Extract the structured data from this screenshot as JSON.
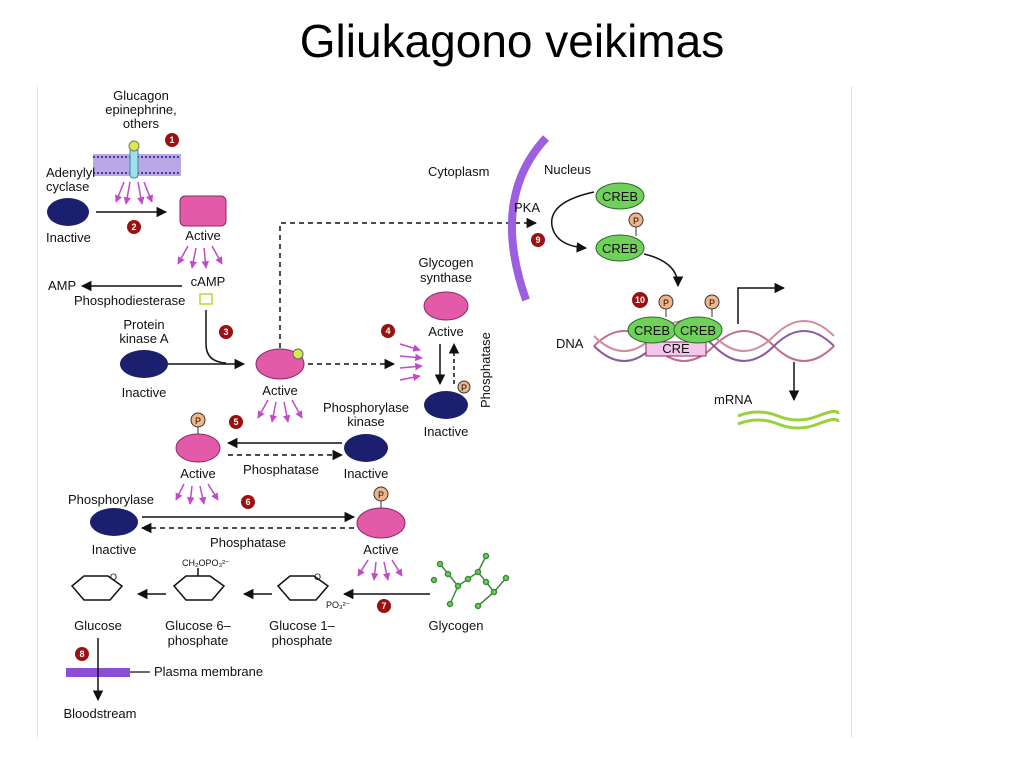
{
  "title": "Gliukagono veikimas",
  "colors": {
    "active_enzyme": "#e25aa8",
    "inactive_enzyme": "#1c1f6e",
    "creb": "#6fd15a",
    "membrane": "#8a4fd6",
    "step_badge": "#9b1010",
    "mrna": "#9ad13a"
  },
  "labels": {
    "signal": [
      "Glucagon",
      "epinephrine,",
      "others"
    ],
    "adenylyl_cyclase": [
      "Adenylyl",
      "cyclase"
    ],
    "inactive": "Inactive",
    "active": "Active",
    "camp": "cAMP",
    "amp": "AMP",
    "phosphodiesterase": "Phosphodiesterase",
    "pka": [
      "Protein",
      "kinase A"
    ],
    "glycogen_synthase": [
      "Glycogen",
      "synthase"
    ],
    "phosphatase": "Phosphatase",
    "phosphorylase_kinase": [
      "Phosphorylase",
      "kinase"
    ],
    "phosphorylase": "Phosphorylase",
    "glycogen": "Glycogen",
    "glucose": "Glucose",
    "glucose6": [
      "Glucose 6–",
      "phosphate"
    ],
    "glucose1": [
      "Glucose 1–",
      "phosphate"
    ],
    "ch2opo3": "CH₂OPO₃²⁻",
    "po3": "PO₃²⁻",
    "ring_o": "O",
    "plasma_membrane": "Plasma membrane",
    "bloodstream": "Bloodstream",
    "cytoplasm": "Cytoplasm",
    "nucleus": "Nucleus",
    "pka_short": "PKA",
    "creb": "CREB",
    "p": "P",
    "dna": "DNA",
    "cre": "CRE",
    "mrna": "mRNA"
  },
  "steps": [
    "1",
    "2",
    "3",
    "4",
    "5",
    "6",
    "7",
    "8",
    "9",
    "10"
  ]
}
